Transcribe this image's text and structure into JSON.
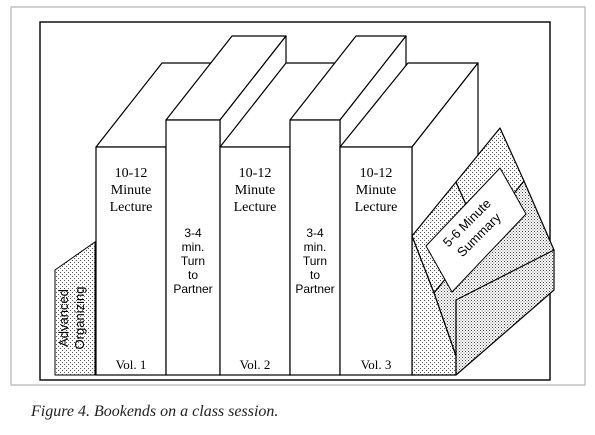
{
  "figure": {
    "caption": "Figure 4. Bookends on a class session.",
    "left_bookend": {
      "line1": "Advanced",
      "line2": "Organizing"
    },
    "right_bookend": {
      "line1": "5-6 Minute",
      "line2": "Summary"
    },
    "books": [
      {
        "lines": [
          "10-12",
          "Minute",
          "Lecture"
        ],
        "volume": "Vol. 1"
      },
      {
        "lines": [
          "3-4",
          "min.",
          "Turn",
          "to",
          "Partner"
        ]
      },
      {
        "lines": [
          "10-12",
          "Minute",
          "Lecture"
        ],
        "volume": "Vol. 2"
      },
      {
        "lines": [
          "3-4",
          "min.",
          "Turn",
          "to",
          "Partner"
        ]
      },
      {
        "lines": [
          "10-12",
          "Minute",
          "Lecture"
        ],
        "volume": "Vol. 3"
      }
    ]
  }
}
